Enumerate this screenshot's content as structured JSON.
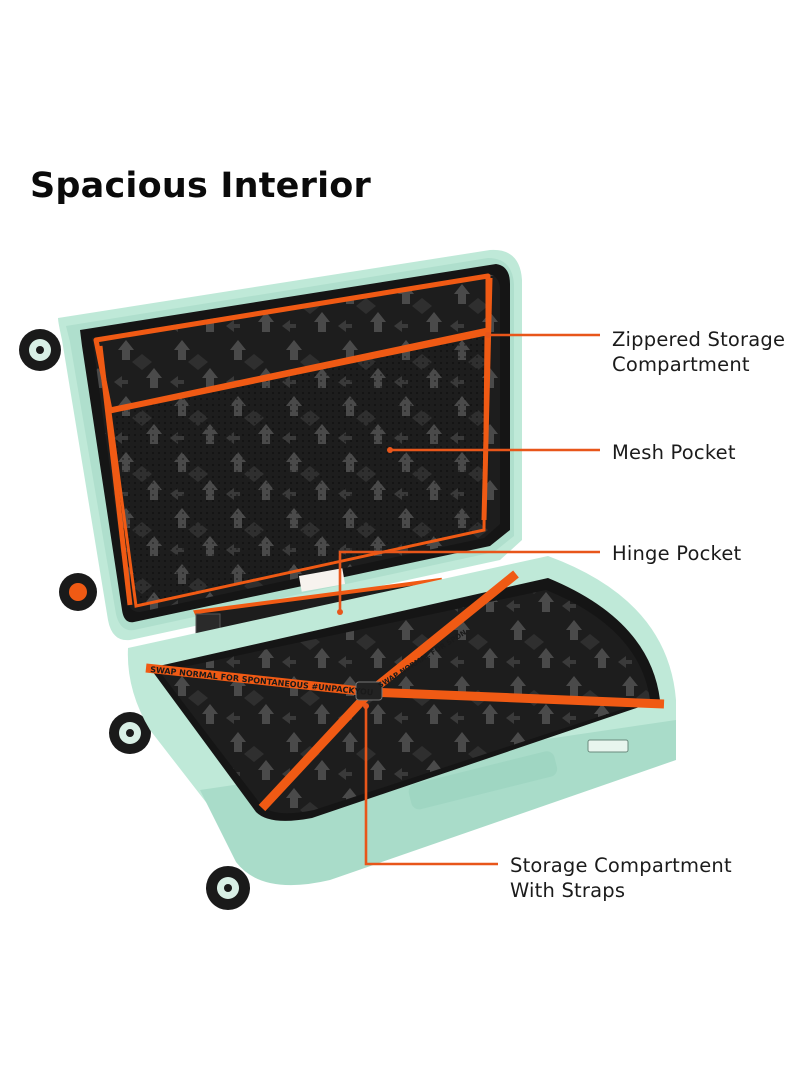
{
  "title": "Spacious Interior",
  "callouts": {
    "zippered": {
      "line1": "Zippered Storage",
      "line2": "Compartment"
    },
    "mesh": {
      "line1": "Mesh Pocket"
    },
    "hinge": {
      "line1": "Hinge Pocket"
    },
    "straps": {
      "line1": "Storage Compartment",
      "line2": "With Straps"
    }
  },
  "strap_text": {
    "main": "SWAP NORMAL FOR SPONTANEOUS #UNPACKYOU",
    "short": "SWAP NORMAL FOR SPON"
  },
  "colors": {
    "shell": "#bfe9d8",
    "lining": "#1c1c1c",
    "accent": "#f05a14",
    "callout_line": "#e8561a"
  }
}
